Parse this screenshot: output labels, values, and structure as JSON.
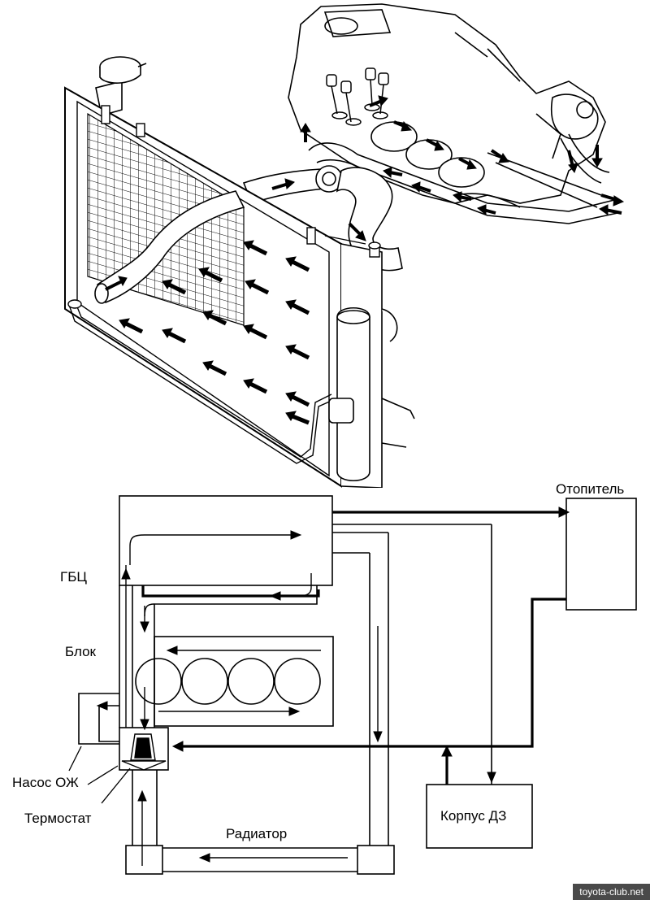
{
  "labels": {
    "heater": "Отопитель",
    "head": "ГБЦ",
    "block": "Блок",
    "pump": "Насос ОЖ",
    "thermostat": "Термостат",
    "radiator": "Радиатор",
    "throttle_body": "Корпус ДЗ"
  },
  "watermark": "toyota-club.net",
  "colors": {
    "line": "#000000",
    "background": "#ffffff",
    "watermark_bg": "#4a4a4a",
    "watermark_text": "#ffffff"
  }
}
